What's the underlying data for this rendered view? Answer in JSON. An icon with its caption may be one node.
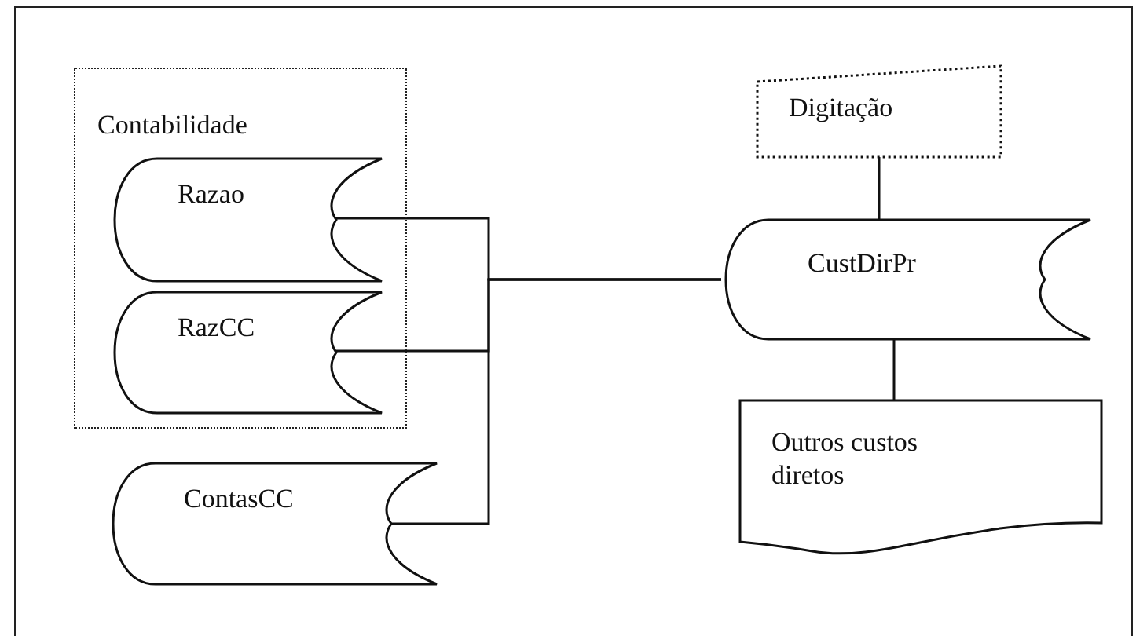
{
  "diagram": {
    "nodes": [
      {
        "text": [
          "Contabilidade"
        ]
      },
      {
        "text": [
          "Razao"
        ],
        "in": 0
      },
      {
        "text": [
          "RazCC"
        ],
        "in": 0
      },
      {
        "text": [
          "ContasCC"
        ]
      },
      {
        "text": [
          "Digitação"
        ]
      },
      {
        "text": [
          "CustDirPr"
        ]
      },
      {
        "text": [
          "Outros custos diretos"
        ]
      }
    ],
    "edges": [
      {
        "from": 1,
        "to": 5,
        "arrow": "none"
      },
      {
        "from": 2,
        "to": 5,
        "arrow": "none"
      },
      {
        "from": 3,
        "to": 5,
        "arrow": "none"
      },
      {
        "from": 4,
        "to": 5,
        "arrow": "none"
      },
      {
        "from": 5,
        "to": 6,
        "arrow": "none"
      }
    ]
  }
}
